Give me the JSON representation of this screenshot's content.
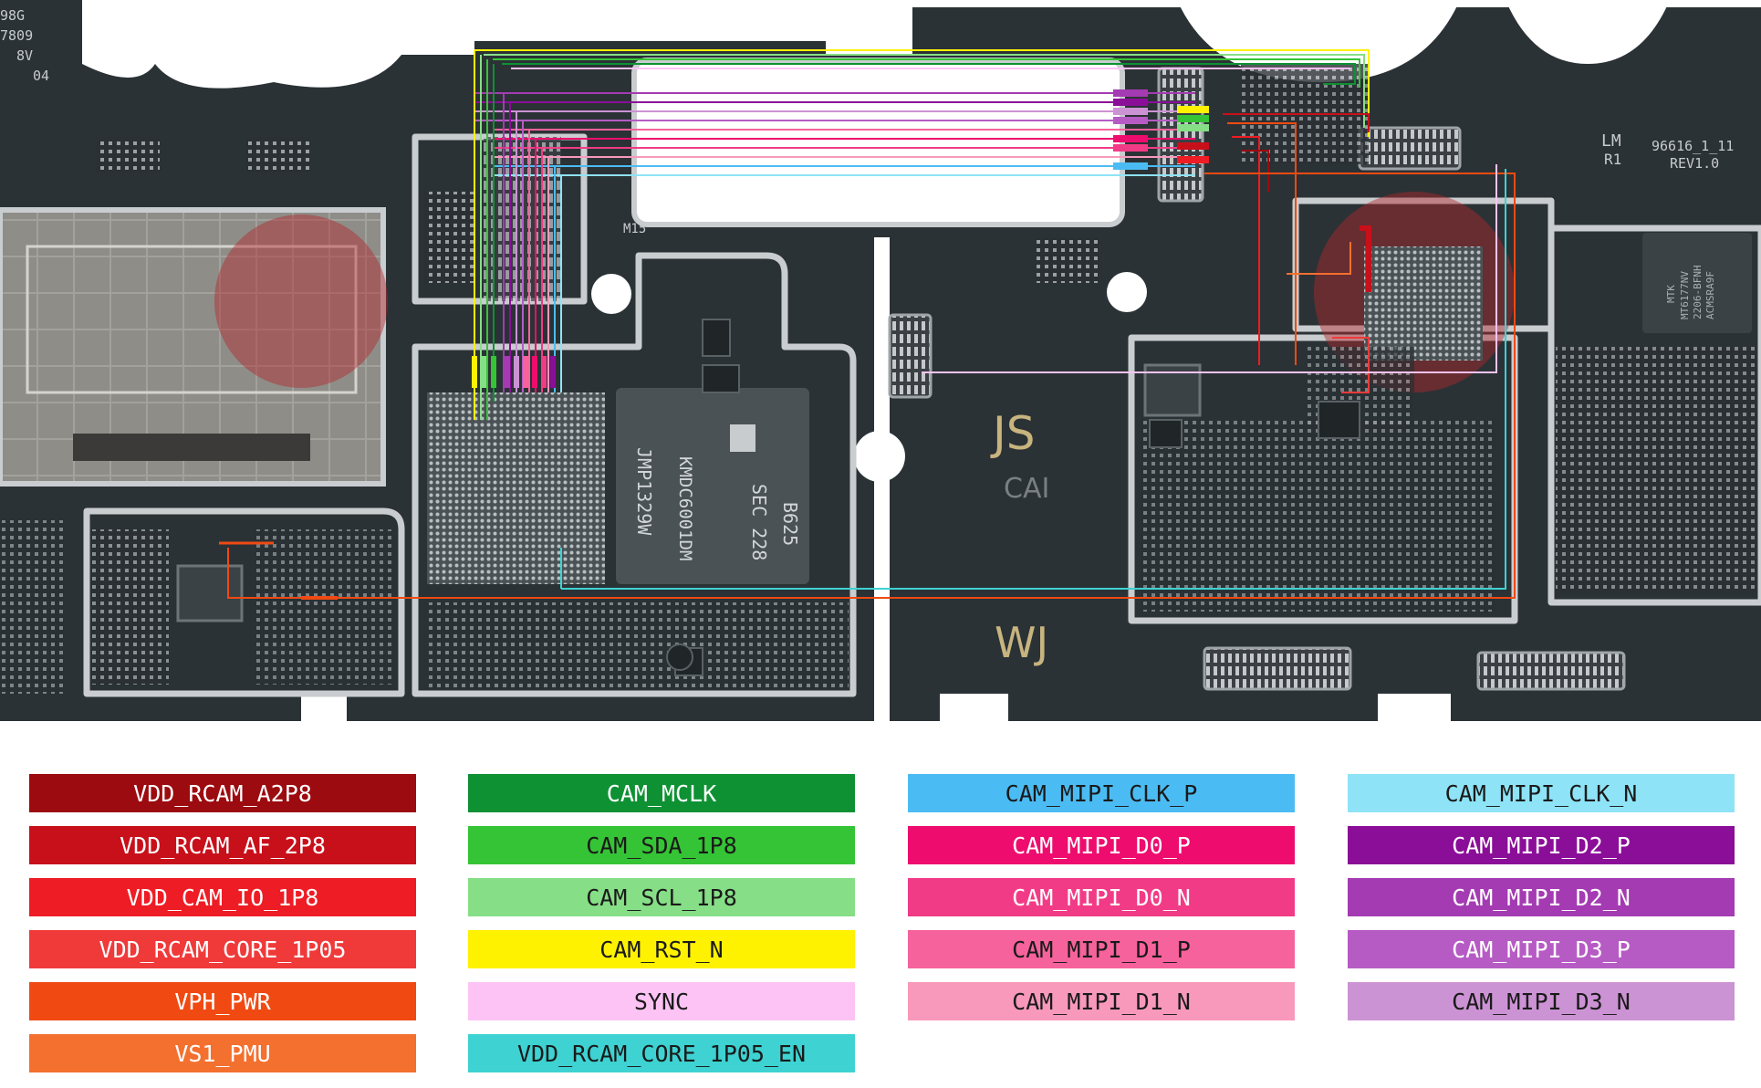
{
  "board": {
    "silkscreen": {
      "top_left_code": "98G",
      "top_left_num": "7809",
      "top_left_volt": "8V",
      "top_left_rev": "04",
      "m15": "M15",
      "js": "JS",
      "cai": "CAI",
      "wj": "WJ",
      "flash_line1": "SEC 228",
      "flash_line2": "B625",
      "flash_line3": "KMDC6001DM",
      "flash_line4": "JMP1329W",
      "board_id": "96616_1_11",
      "board_rev": "REV1.0",
      "pmic_line1": "MTK",
      "pmic_line2": "MT6177NV",
      "pmic_line3": "2206-BFNH",
      "pmic_line4": "ACMSRA9F",
      "lm": "LM",
      "r1": "R1"
    },
    "colors": {
      "pcb": "#2b3236",
      "pcb_dark": "#1f2528",
      "outline": "#c9cdcf"
    }
  },
  "legend": {
    "columns": [
      [
        {
          "label": "VDD_RCAM_A2P8",
          "bg": "#9c0b0f",
          "fg": "#ffffff"
        },
        {
          "label": "VDD_RCAM_AF_2P8",
          "bg": "#c8101a",
          "fg": "#ffffff"
        },
        {
          "label": "VDD_CAM_IO_1P8",
          "bg": "#ee1c24",
          "fg": "#ffffff"
        },
        {
          "label": "VDD_RCAM_CORE_1P05",
          "bg": "#f03a3a",
          "fg": "#ffffff"
        },
        {
          "label": "VPH_PWR",
          "bg": "#f04a12",
          "fg": "#ffffff"
        },
        {
          "label": "VS1_PMU",
          "bg": "#f3702f",
          "fg": "#ffffff"
        }
      ],
      [
        {
          "label": "CAM_MCLK",
          "bg": "#0e9133",
          "fg": "#ffffff"
        },
        {
          "label": "CAM_SDA_1P8",
          "bg": "#35c435",
          "fg": "#1a1a1a"
        },
        {
          "label": "CAM_SCL_1P8",
          "bg": "#86de86",
          "fg": "#1a1a1a"
        },
        {
          "label": "CAM_RST_N",
          "bg": "#fff200",
          "fg": "#1a1a1a"
        },
        {
          "label": "SYNC",
          "bg": "#fcc3f4",
          "fg": "#1a1a1a"
        },
        {
          "label": "VDD_RCAM_CORE_1P05_EN",
          "bg": "#3ed2d2",
          "fg": "#1a1a1a"
        }
      ],
      [
        {
          "label": "CAM_MIPI_CLK_P",
          "bg": "#4bbcf3",
          "fg": "#1a1a1a"
        },
        {
          "label": "CAM_MIPI_D0_P",
          "bg": "#ee0d6e",
          "fg": "#ffffff"
        },
        {
          "label": "CAM_MIPI_D0_N",
          "bg": "#f23b86",
          "fg": "#ffffff"
        },
        {
          "label": "CAM_MIPI_D1_P",
          "bg": "#f6629c",
          "fg": "#1a1a1a"
        },
        {
          "label": "CAM_MIPI_D1_N",
          "bg": "#f899bb",
          "fg": "#1a1a1a"
        }
      ],
      [
        {
          "label": "CAM_MIPI_CLK_N",
          "bg": "#8ee3f6",
          "fg": "#1a1a1a"
        },
        {
          "label": "CAM_MIPI_D2_P",
          "bg": "#8b0e98",
          "fg": "#ffffff"
        },
        {
          "label": "CAM_MIPI_D2_N",
          "bg": "#a43bb2",
          "fg": "#ffffff"
        },
        {
          "label": "CAM_MIPI_D3_P",
          "bg": "#b65bc4",
          "fg": "#ffffff"
        },
        {
          "label": "CAM_MIPI_D3_N",
          "bg": "#cc93d4",
          "fg": "#1a1a1a"
        }
      ]
    ]
  }
}
